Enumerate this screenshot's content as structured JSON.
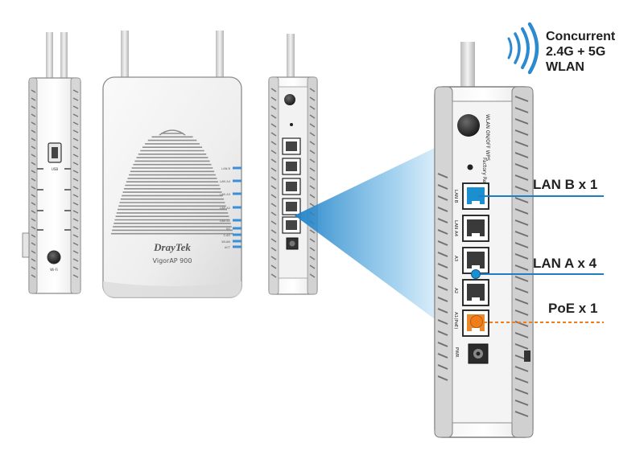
{
  "wlan": {
    "line1": "Concurrent",
    "line2": "2.4G + 5G",
    "line3": "WLAN",
    "icon": "wifi-signal-icon"
  },
  "callouts": {
    "lan_b": "LAN B x 1",
    "lan_a": "LAN A x 4",
    "poe": "PoE x 1"
  },
  "brand": {
    "logo": "DrayTek",
    "model": "VigorAP 900"
  },
  "front_leds": [
    "LAN B",
    "LAN A4",
    "LAN A3",
    "LAN A2",
    "LAN A1",
    "5G",
    "2.4G",
    "WLAN",
    "ACT"
  ],
  "side_port_label": "USB",
  "side_button_label": "Wi-Fi",
  "rear_labels": {
    "wps": "WLAN ON/OFF WPS",
    "reset": "Factory Reset",
    "port_b": "LAN B",
    "port_a4": "LAN A4",
    "port_a3": "A3",
    "port_a2": "A2",
    "port_a1": "A1(PoE)",
    "pwr": "PWR"
  },
  "colors": {
    "lan_b_port": "#1c8fd0",
    "lan_a_dot": "#1c8fd0",
    "poe_dot": "#f07d1a",
    "wifi": "#2b8ad0",
    "led": "#3a8fd6"
  }
}
